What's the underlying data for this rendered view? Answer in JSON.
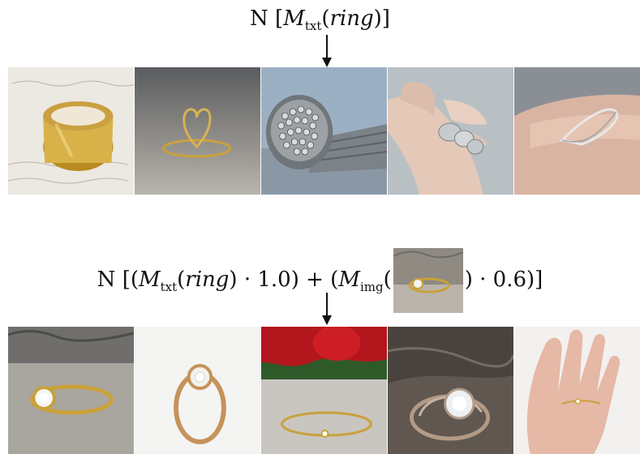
{
  "formulas": {
    "top": {
      "n": "N",
      "open": "[",
      "m": "M",
      "m_sub": "txt",
      "arg": "ring",
      "close": "]"
    },
    "bottom": {
      "n": "N",
      "open": "[(",
      "m_txt": "M",
      "m_txt_sub": "txt",
      "txt_arg": "ring",
      "txt_weight": "· 1.0) + (",
      "m_img": "M",
      "m_img_sub": "img",
      "img_weight": ") · 0.6)]"
    }
  },
  "query_image": {
    "icon": "gold-solitaire-ring-photo"
  },
  "top_results": [
    {
      "icon": "wide-gold-band-photo"
    },
    {
      "icon": "gold-heart-ring-photo"
    },
    {
      "icon": "silver-beaded-ring-photo"
    },
    {
      "icon": "silver-pebble-ring-on-hand-photo"
    },
    {
      "icon": "thin-silver-open-ring-on-hand-photo"
    }
  ],
  "bottom_results": [
    {
      "icon": "gold-bezel-diamond-ring-photo"
    },
    {
      "icon": "rose-gold-solitaire-ring-photo"
    },
    {
      "icon": "thin-gold-ring-with-red-flower-photo"
    },
    {
      "icon": "ornate-diamond-ring-on-wood-photo"
    },
    {
      "icon": "gold-ring-on-hand-photo"
    }
  ],
  "colors": {
    "arrow": "#111111",
    "gold": "#c9a13b",
    "silver": "#b9bec4"
  }
}
